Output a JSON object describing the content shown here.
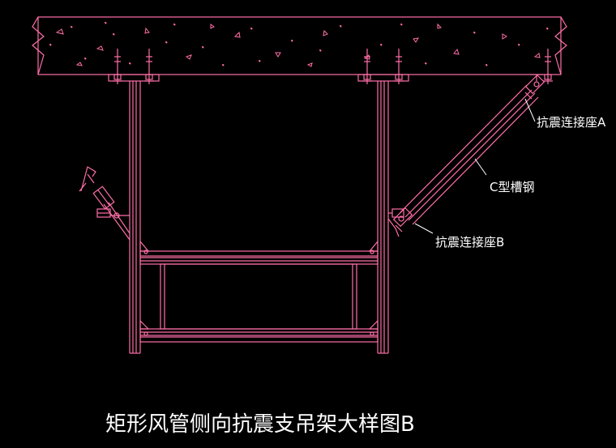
{
  "labels": {
    "anchor_a": "抗震连接座A",
    "channel": "C型槽钢",
    "anchor_b": "抗震连接座B"
  },
  "title": "矩形风管侧向抗震支吊架大样图B",
  "colors": {
    "background": "#000000",
    "structure": "#ff6fa8",
    "text": "#ffffff"
  }
}
